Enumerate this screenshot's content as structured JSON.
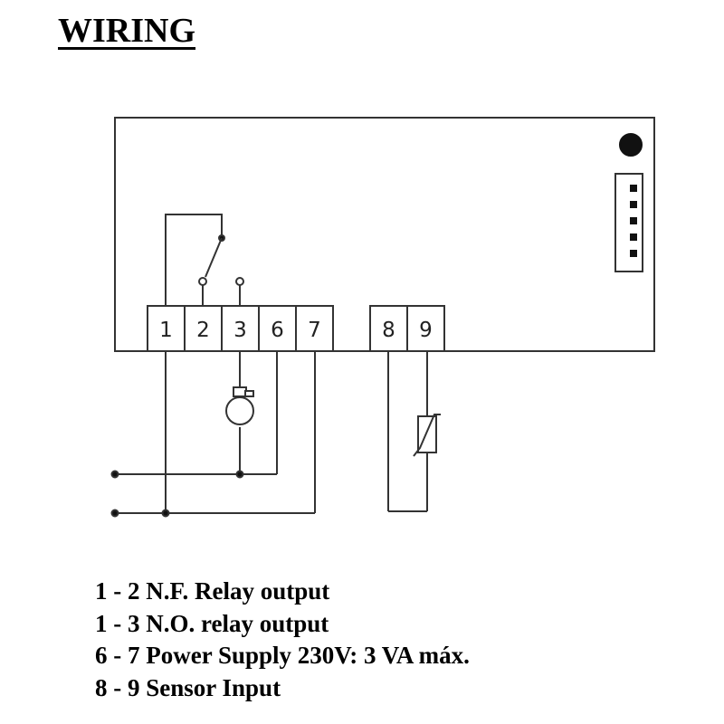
{
  "title": "WIRING",
  "terminals": {
    "t1": "1",
    "t2": "2",
    "t3": "3",
    "t6": "6",
    "t7": "7",
    "t8": "8",
    "t9": "9"
  },
  "legend": [
    "1 - 2 N.F. Relay output",
    "1 - 3 N.O. relay output",
    "6 - 7 Power Supply 230V: 3 VA máx.",
    "8 - 9 Sensor Input"
  ],
  "colors": {
    "line": "#333333",
    "text": "#000000",
    "background": "#ffffff"
  }
}
